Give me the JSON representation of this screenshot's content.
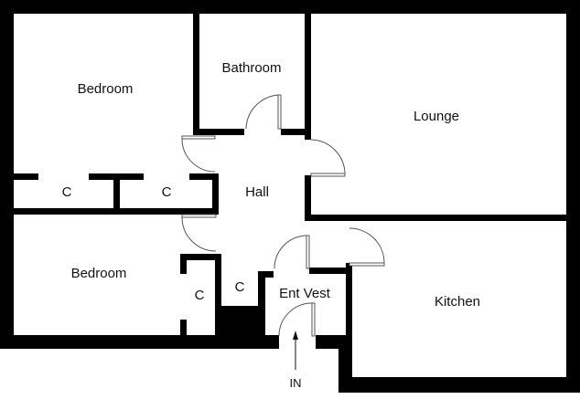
{
  "floorplan": {
    "rooms": [
      {
        "id": "bedroom-1",
        "label": "Bedroom"
      },
      {
        "id": "bathroom",
        "label": "Bathroom"
      },
      {
        "id": "lounge",
        "label": "Lounge"
      },
      {
        "id": "hall",
        "label": "Hall"
      },
      {
        "id": "bedroom-2",
        "label": "Bedroom"
      },
      {
        "id": "kitchen",
        "label": "Kitchen"
      },
      {
        "id": "ent-vest",
        "label": "Ent Vest"
      }
    ],
    "cupboards": [
      {
        "id": "cupboard-1",
        "label": "C"
      },
      {
        "id": "cupboard-2",
        "label": "C"
      },
      {
        "id": "cupboard-3",
        "label": "C"
      },
      {
        "id": "cupboard-4",
        "label": "C"
      }
    ],
    "entrance": {
      "label": "IN",
      "icon": "arrow-up-icon"
    },
    "colors": {
      "wall": "#000000",
      "background": "#ffffff",
      "door": "#555555"
    }
  }
}
